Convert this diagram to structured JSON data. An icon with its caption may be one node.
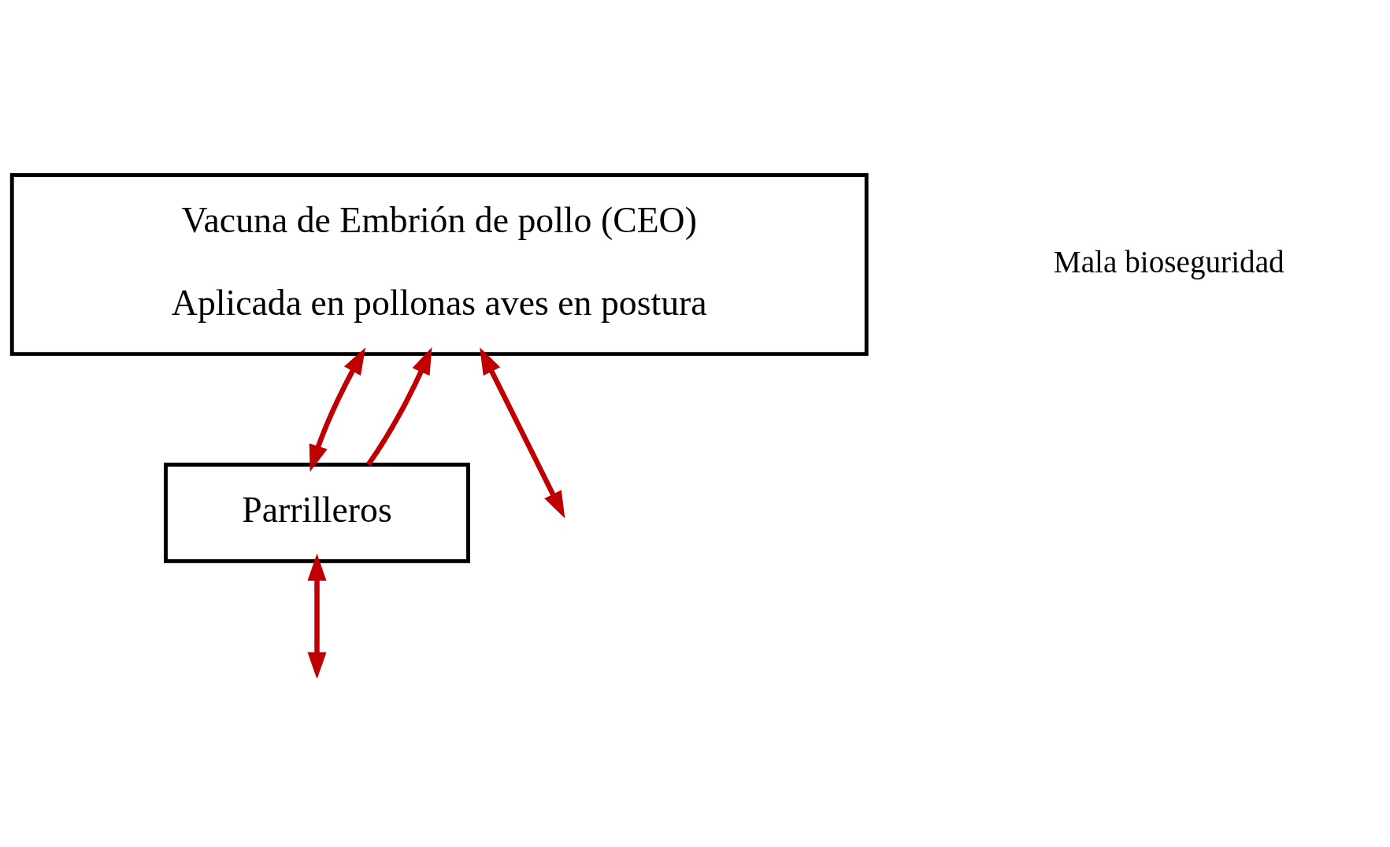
{
  "diagram": {
    "nodes": [
      {
        "text": [
          "Vacuna de Embrión de pollo (CEO)",
          "Aplicada en pollonas aves en postura"
        ]
      },
      {
        "text": [
          "Parrilleros"
        ]
      }
    ],
    "edges": [
      {
        "from": 1,
        "to": 0,
        "arrow": "to",
        "color": "#c00000"
      },
      {
        "from": 0,
        "to": 1,
        "arrow": "both",
        "color": "#c00000"
      },
      {
        "from": 0,
        "to": null,
        "arrow": "both",
        "color": "#c00000"
      },
      {
        "from": 1,
        "to": null,
        "arrow": "both",
        "color": "#c00000"
      }
    ],
    "labels": [
      "Mala bioseguridad"
    ]
  }
}
